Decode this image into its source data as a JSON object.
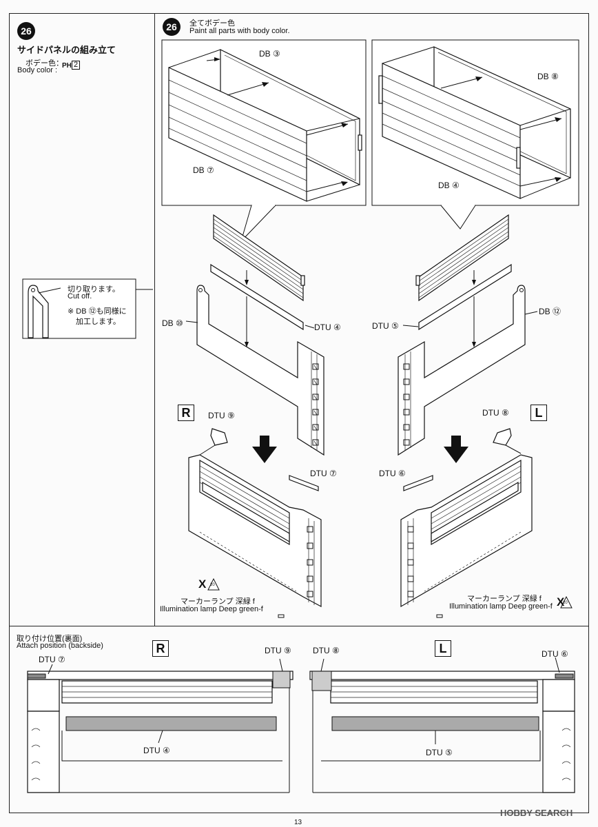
{
  "left_panel": {
    "step_number": "26",
    "title": "サイドパネルの組み立て",
    "body_color_jp": "ボデー色：",
    "body_color_en": "Body color :",
    "paint_code": "PH",
    "paint_number": "2",
    "callout_line1": "切り取ります。",
    "callout_line2": "Cut off.",
    "callout_line3": "※ DB ⑫も同様に",
    "callout_line4": "加工します。"
  },
  "right_panel": {
    "step_number": "26",
    "heading_jp": "全てボデー色",
    "heading_en": "Paint all parts with body color."
  },
  "parts": {
    "db3": "DB ③",
    "db7": "DB ⑦",
    "db8": "DB ⑧",
    "db4": "DB ④",
    "db10": "DB ⑩",
    "db12": "DB ⑫",
    "dtu4": "DTU ④",
    "dtu5": "DTU ⑤",
    "dtu9": "DTU ⑨",
    "dtu8": "DTU ⑧",
    "dtu7": "DTU ⑦",
    "dtu6": "DTU ⑥"
  },
  "side_markers": {
    "right": "R",
    "left": "L"
  },
  "lamp": {
    "jp": "マーカーランプ 深緑 f",
    "en": "Illumination lamp Deep green-f",
    "badge_number": "20"
  },
  "bottom_panel": {
    "title_jp": "取り付け位置(裏面)",
    "title_en": "Attach position (backside)"
  },
  "page_number": "13",
  "watermark": "HOBBY SEARCH"
}
